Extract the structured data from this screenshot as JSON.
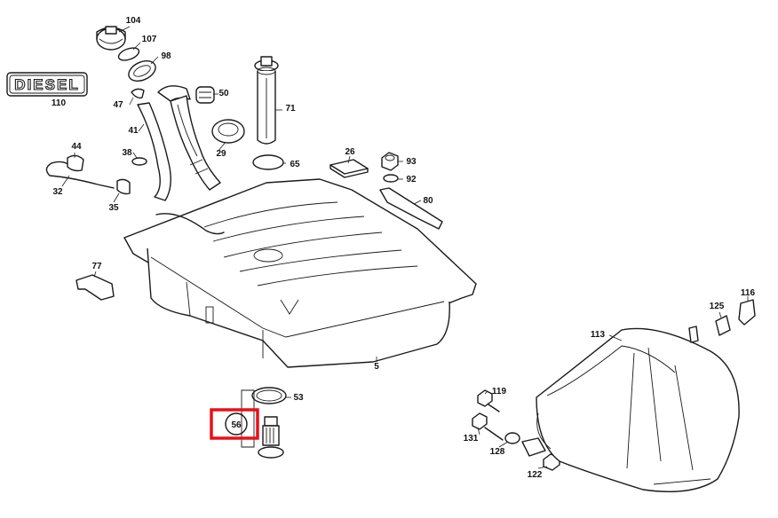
{
  "diagram": {
    "badge_text": "DIESEL",
    "highlight_color": "#e8101a",
    "highlighted_part": "56",
    "part_numbers": {
      "p104": "104",
      "p107": "107",
      "p98": "98",
      "p110": "110",
      "p50": "50",
      "p71": "71",
      "p47": "47",
      "p41": "41",
      "p29": "29",
      "p44": "44",
      "p38": "38",
      "p32": "32",
      "p35": "35",
      "p65": "65",
      "p26": "26",
      "p93": "93",
      "p92": "92",
      "p80": "80",
      "p77": "77",
      "p5": "5",
      "p53": "53",
      "p56": "56",
      "p119": "119",
      "p131": "131",
      "p128": "128",
      "p122": "122",
      "p113": "113",
      "p125": "125",
      "p116": "116"
    }
  }
}
